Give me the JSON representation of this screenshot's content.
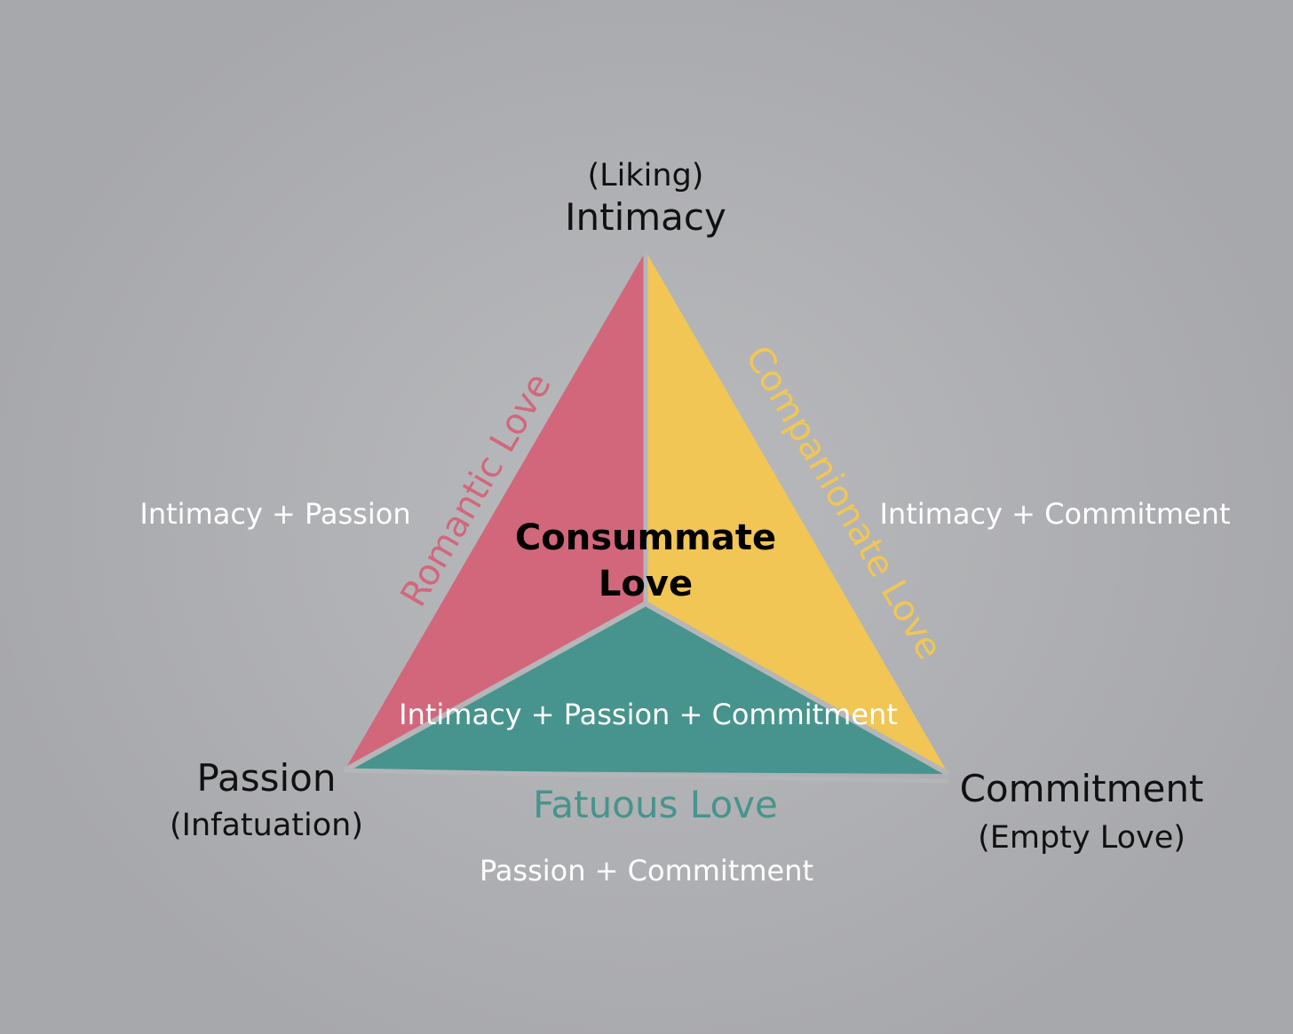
{
  "vertices": {
    "top": {
      "label": "Intimacy",
      "sub": "(Liking)"
    },
    "left": {
      "label": "Passion",
      "sub": "(Infatuation)"
    },
    "right": {
      "label": "Commitment",
      "sub": "(Empty Love)"
    }
  },
  "center": {
    "line1": "Consummate",
    "line2": "Love",
    "formula": "Intimacy + Passion + Commitment"
  },
  "sides": {
    "left": {
      "name": "Romantic Love",
      "formula": "Intimacy + Passion",
      "color": "#d2677b"
    },
    "right": {
      "name": "Companionate Love",
      "formula": "Intimacy + Commitment",
      "color": "#f1c655"
    },
    "bottom": {
      "name": "Fatuous Love",
      "formula": "Passion + Commitment",
      "color": "#46948d"
    }
  }
}
